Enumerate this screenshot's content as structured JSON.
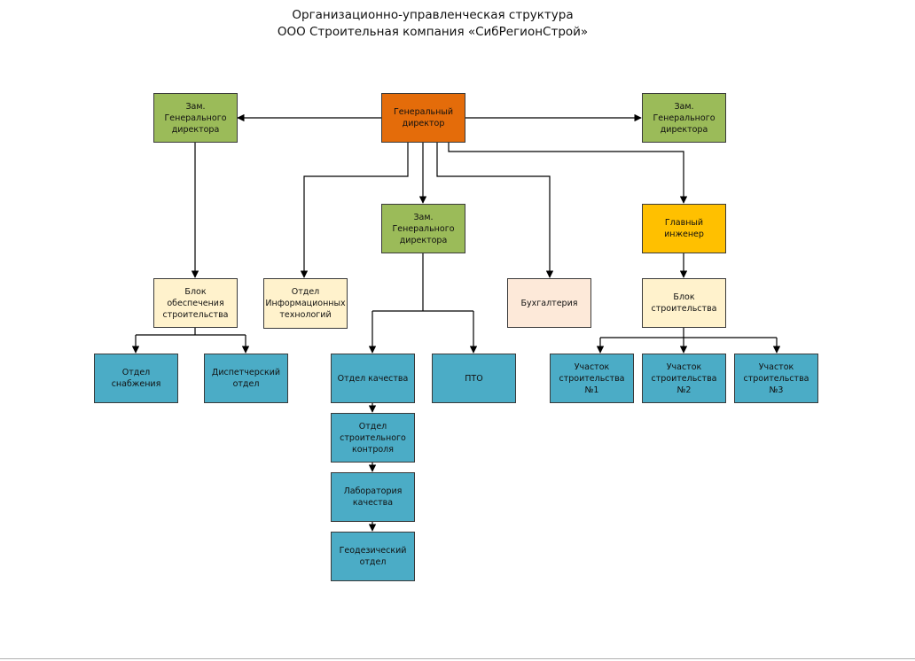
{
  "title": {
    "line1": "Организационно-управленческая структура",
    "line2": "ООО Строительная компания «СибРегионСтрой»"
  },
  "colors": {
    "director": "#e46c0a",
    "deputy": "#9bbb59",
    "chief_engineer": "#ffc000",
    "block": "#fff2cc",
    "accounting": "#fde9d9",
    "department": "#4bacc6",
    "connector": "#000000"
  },
  "nodes": {
    "general_director": "Генеральный директор",
    "deputy_left": "Зам. Генерального директора",
    "deputy_right": "Зам. Генерального директора",
    "deputy_center": "Зам. Генерального директора",
    "chief_engineer": "Главный инженер",
    "construction_support_block": "Блок обеспечения строительства",
    "it_department": "Отдел Информационных технологий",
    "accounting": "Бухгалтерия",
    "construction_block": "Блок строительства",
    "supply_department": "Отдел снабжения",
    "dispatch_department": "Диспетчерский отдел",
    "quality_department": "Отдел качества",
    "pto": "ПТО",
    "construction_control_department": "Отдел строительного контроля",
    "quality_laboratory": "Лаборатория качества",
    "geodetic_department": "Геодезический отдел",
    "site_1": "Участок строительства №1",
    "site_2": "Участок строительства №2",
    "site_3": "Участок строительства №3"
  }
}
